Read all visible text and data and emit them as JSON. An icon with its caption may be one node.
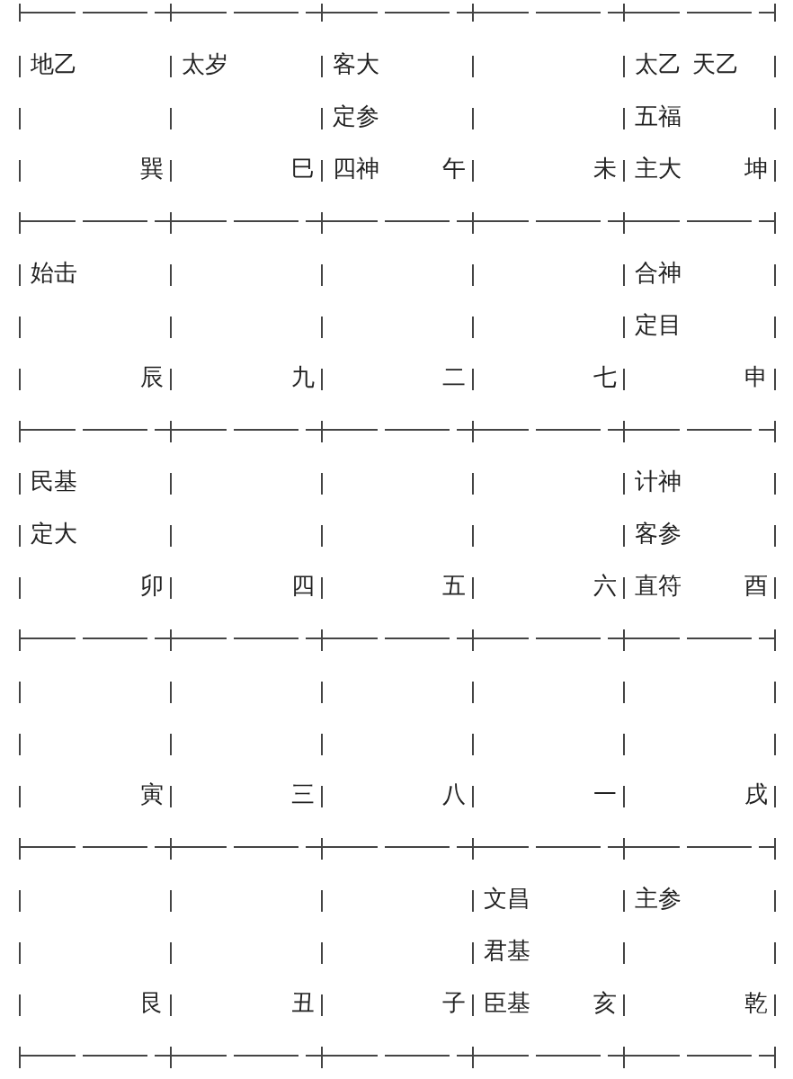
{
  "diagram": {
    "labels": [
      "地乙",
      "巽",
      "太岁",
      "巳",
      "客大",
      "定参",
      "四神",
      "午",
      "未",
      "太乙",
      "天乙",
      "五福",
      "主大",
      "坤",
      "始击",
      "辰",
      "九",
      "二",
      "七",
      "合神",
      "定目",
      "申",
      "民基",
      "定大",
      "卯",
      "四",
      "五",
      "六",
      "计神",
      "客参",
      "直符",
      "酉",
      "寅",
      "三",
      "八",
      "一",
      "戌",
      "艮",
      "丑",
      "子",
      "文昌",
      "君基",
      "臣基",
      "亥",
      "主参",
      "乾"
    ]
  }
}
